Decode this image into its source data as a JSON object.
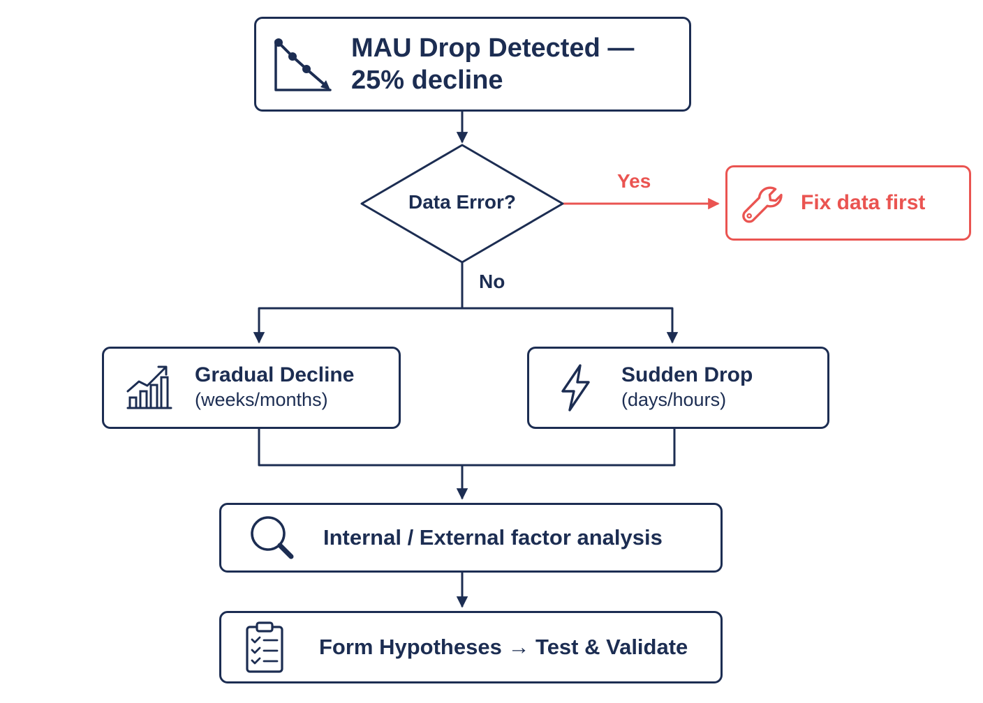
{
  "colors": {
    "primary": "#1c2d52",
    "alert": "#ea5451",
    "background": "#ffffff"
  },
  "nodes": {
    "start": {
      "line1": "MAU Drop Detected —",
      "line2": "25% decline",
      "icon": "declining-line-chart-icon"
    },
    "decision": {
      "label": "Data Error?"
    },
    "fix": {
      "label": "Fix data first",
      "icon": "wrench-icon"
    },
    "gradual": {
      "title": "Gradual Decline",
      "subtitle": "(weeks/months)",
      "icon": "rising-bar-chart-icon"
    },
    "sudden": {
      "title": "Sudden Drop",
      "subtitle": "(days/hours)",
      "icon": "lightning-bolt-icon"
    },
    "analysis": {
      "label": "Internal / External factor analysis",
      "icon": "magnifier-icon"
    },
    "hypotheses": {
      "label": "Form Hypotheses → Test & Validate",
      "icon": "clipboard-checklist-icon"
    }
  },
  "edges": [
    {
      "from": "start",
      "to": "decision",
      "label": ""
    },
    {
      "from": "decision",
      "to": "fix",
      "label": "Yes"
    },
    {
      "from": "decision",
      "to": "gradual",
      "label": "No"
    },
    {
      "from": "decision",
      "to": "sudden",
      "label": ""
    },
    {
      "from": "gradual",
      "to": "analysis",
      "label": ""
    },
    {
      "from": "sudden",
      "to": "analysis",
      "label": ""
    },
    {
      "from": "analysis",
      "to": "hypotheses",
      "label": ""
    }
  ]
}
